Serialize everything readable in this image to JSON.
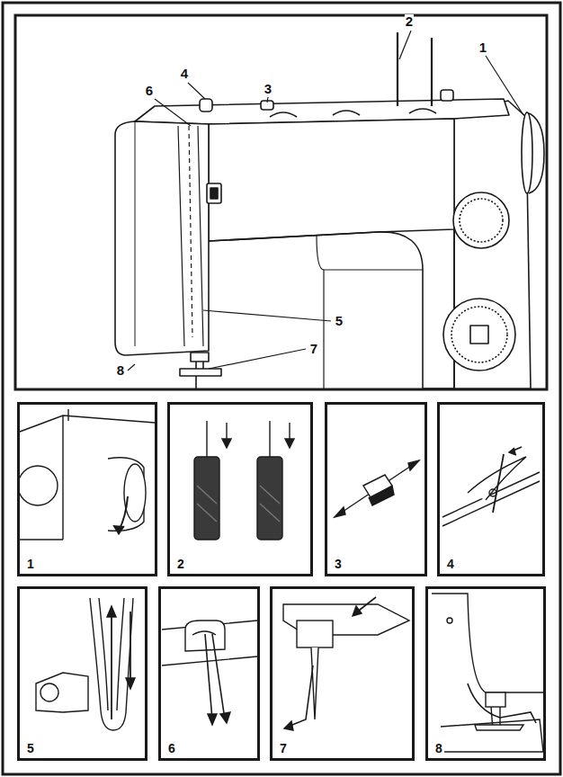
{
  "diagram": {
    "nodes": [
      {
        "text": [
          "1"
        ]
      },
      {
        "text": [
          "2"
        ]
      },
      {
        "text": [
          "3"
        ]
      },
      {
        "text": [
          "4"
        ]
      },
      {
        "text": [
          "5"
        ]
      },
      {
        "text": [
          "6"
        ]
      },
      {
        "text": [
          "7"
        ]
      },
      {
        "text": [
          "8"
        ]
      }
    ],
    "labels": [
      "2",
      "1",
      "4",
      "3",
      "6",
      "5",
      "8",
      "7"
    ]
  }
}
